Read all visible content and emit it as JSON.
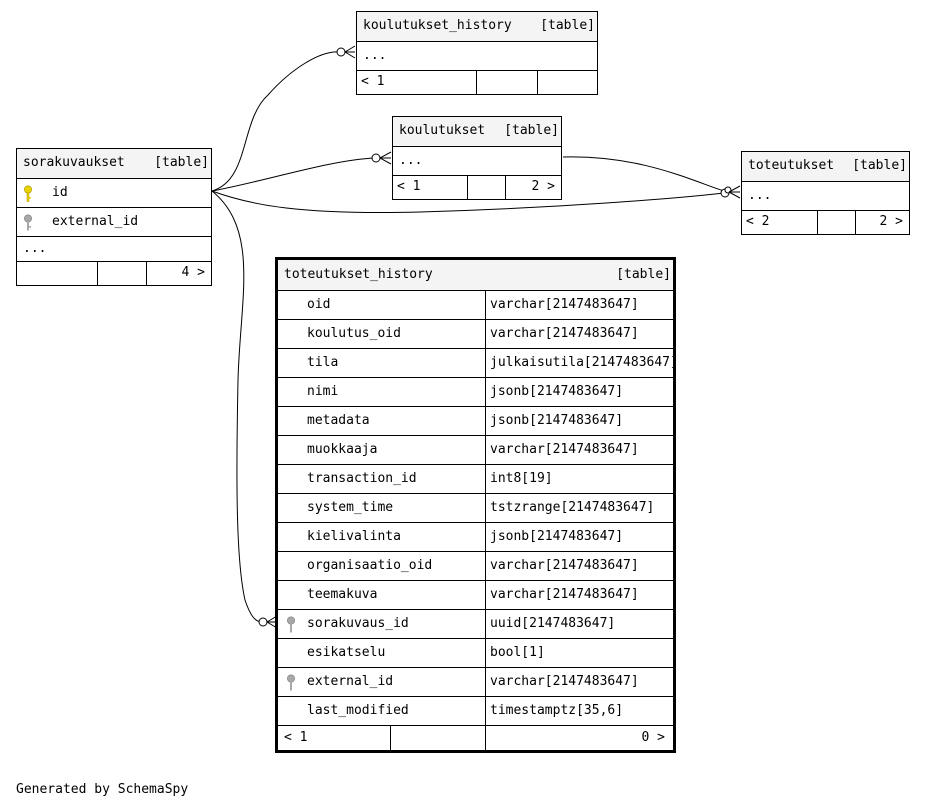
{
  "tables": {
    "koulutukset_history": {
      "name": "koulutukset_history",
      "type": "[table]",
      "more": "...",
      "nav_left": "< 1"
    },
    "koulutukset": {
      "name": "koulutukset",
      "type": "[table]",
      "more": "...",
      "nav_left": "< 1",
      "nav_right": "2 >"
    },
    "toteutukset": {
      "name": "toteutukset",
      "type": "[table]",
      "more": "...",
      "nav_left": "< 2",
      "nav_right": "2 >"
    },
    "sorakuvaukset": {
      "name": "sorakuvaukset",
      "type": "[table]",
      "more": "...",
      "nav_right": "4 >",
      "columns": [
        {
          "name": "id",
          "key": "primary"
        },
        {
          "name": "external_id",
          "key": "foreign"
        }
      ]
    },
    "toteutukset_history": {
      "name": "toteutukset_history",
      "type": "[table]",
      "nav_left": "< 1",
      "nav_right": "0 >",
      "columns": [
        {
          "name": "oid",
          "type": "varchar[2147483647]"
        },
        {
          "name": "koulutus_oid",
          "type": "varchar[2147483647]"
        },
        {
          "name": "tila",
          "type": "julkaisutila[2147483647]"
        },
        {
          "name": "nimi",
          "type": "jsonb[2147483647]"
        },
        {
          "name": "metadata",
          "type": "jsonb[2147483647]"
        },
        {
          "name": "muokkaaja",
          "type": "varchar[2147483647]"
        },
        {
          "name": "transaction_id",
          "type": "int8[19]"
        },
        {
          "name": "system_time",
          "type": "tstzrange[2147483647]"
        },
        {
          "name": "kielivalinta",
          "type": "jsonb[2147483647]"
        },
        {
          "name": "organisaatio_oid",
          "type": "varchar[2147483647]"
        },
        {
          "name": "teemakuva",
          "type": "varchar[2147483647]"
        },
        {
          "name": "sorakuvaus_id",
          "type": "uuid[2147483647]",
          "key": "foreign"
        },
        {
          "name": "esikatselu",
          "type": "bool[1]"
        },
        {
          "name": "external_id",
          "type": "varchar[2147483647]",
          "key": "foreign"
        },
        {
          "name": "last_modified",
          "type": "timestamptz[35,6]"
        }
      ]
    }
  },
  "colors": {
    "primary_key": "#e8d200",
    "foreign_key": "#a8a8a8",
    "header_bg": "#f4f4f4"
  },
  "footer": "Generated by SchemaSpy"
}
